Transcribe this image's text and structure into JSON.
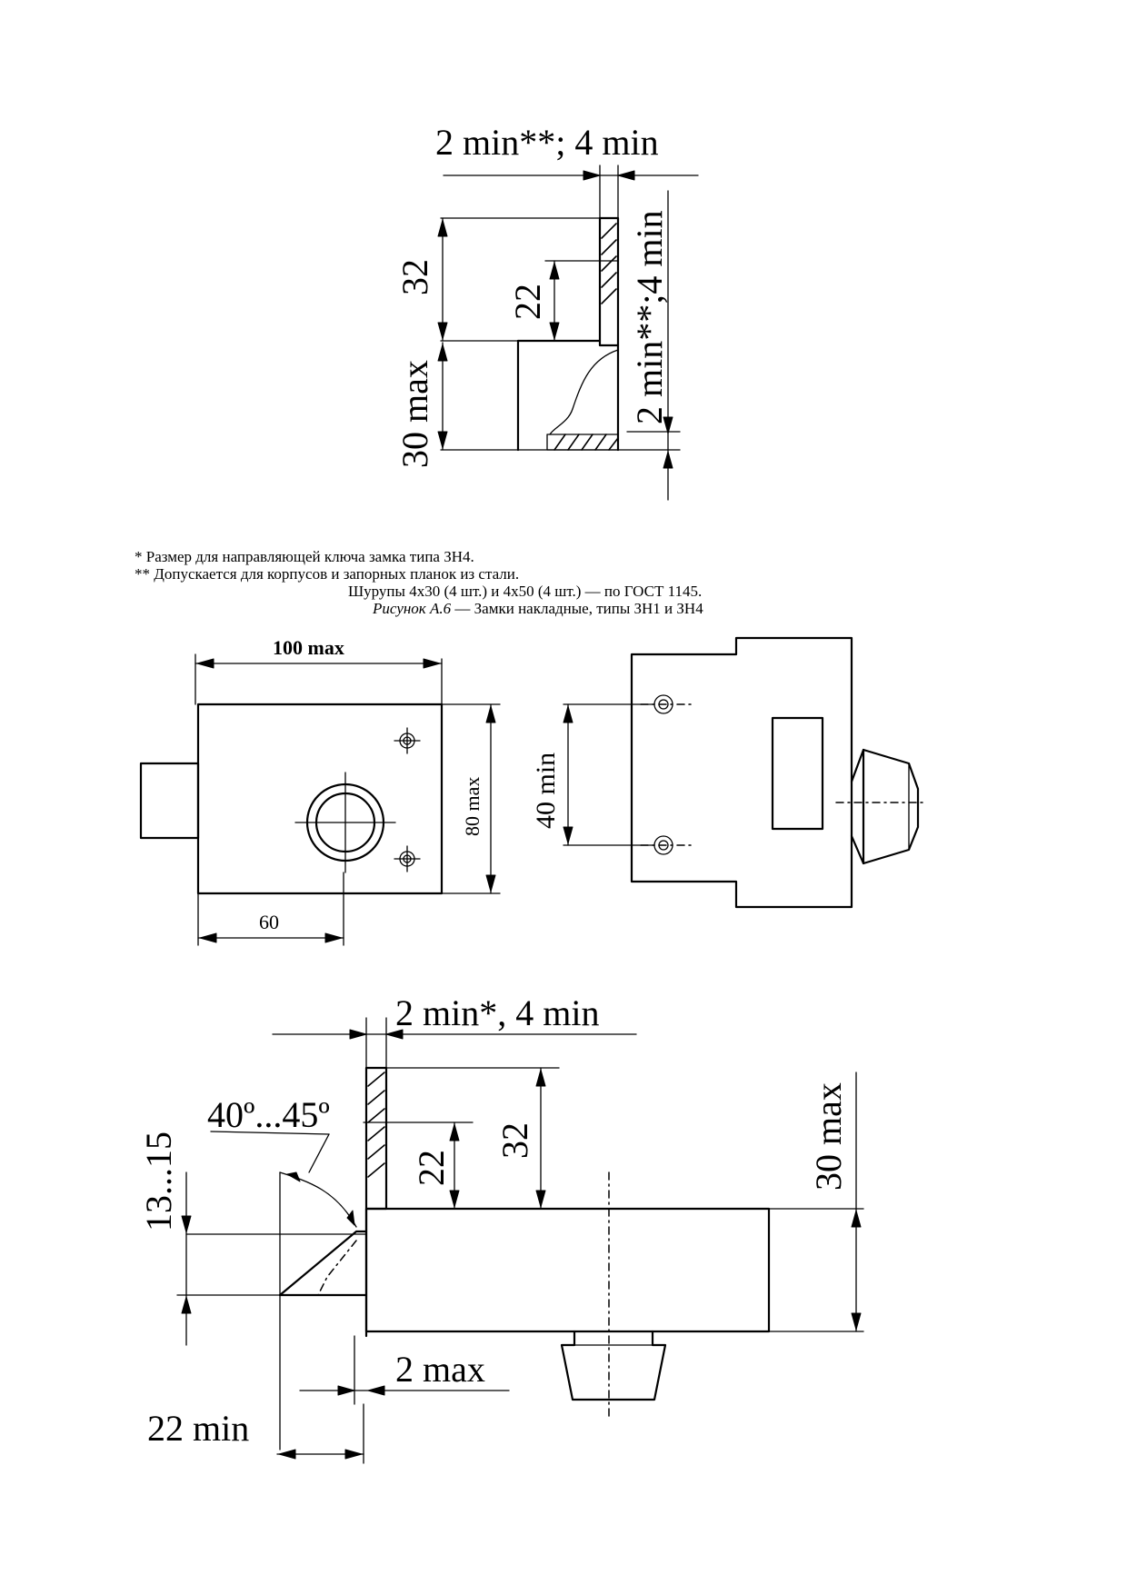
{
  "figure_top": {
    "dim_gap": "2 min**; 4 min",
    "dim_height_32": "32",
    "dim_height_22": "22",
    "dim_30max": "30 max",
    "dim_vertical_gap": "2 min**;4 min"
  },
  "notes": {
    "note_1": "* Размер для направляющей ключа замка типа ЗН4.",
    "note_2": "** Допускается для корпусов и запорных планок из стали.",
    "screws": "Шурупы 4х30 (4 шт.) и 4х50 (4 шт.) — по ГОСТ 1145.",
    "caption_label": "Рисунок А.6",
    "caption_text": " — Замки накладные, типы ЗН1 и ЗН4"
  },
  "figure_middle": {
    "dim_100max": "100 max",
    "dim_80max": "80 max",
    "dim_60": "60",
    "dim_40min": "40 min"
  },
  "figure_bottom": {
    "dim_gap": "2 min*, 4 min",
    "dim_angle": "40º...45º",
    "dim_13_15": "13...15",
    "dim_22": "22",
    "dim_32": "32",
    "dim_30max": "30 max",
    "dim_2max": "2 max",
    "dim_22min": "22 min"
  }
}
